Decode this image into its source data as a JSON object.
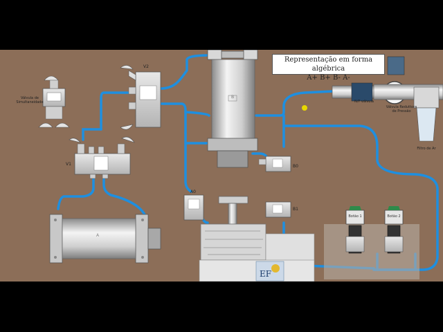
{
  "title": {
    "line1": "Representação em forma algébrica",
    "line2": "A+ B+ B- A-"
  },
  "labels": {
    "valve_simultaneity": "Válvula de\nSimultaneidade",
    "v2": "V2",
    "v1": "V1",
    "no_valve": "N/F válvula",
    "pressure_valve": "Válvula Reduttora\nde Pressão",
    "air_filter": "Filtro de Ar",
    "sensor_b0": "B0",
    "sensor_b1": "B1",
    "sensor_a0": "A0",
    "cylinder_a": "A",
    "cylinder_b": "B",
    "button1": "Botão 1",
    "button2": "Botão 2"
  },
  "colors": {
    "background": "#8c6e58",
    "hose": "#1e8fe0",
    "frame": "#000000"
  }
}
